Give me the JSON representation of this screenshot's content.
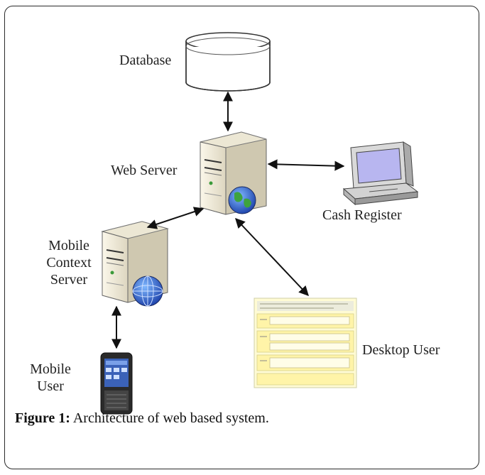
{
  "nodes": {
    "database": "Database",
    "web_server": "Web Server",
    "cash_register": "Cash Register",
    "mobile_context_server": [
      "Mobile",
      "Context",
      "Server"
    ],
    "desktop_user": "Desktop User",
    "mobile_user": [
      "Mobile",
      "User"
    ]
  },
  "caption": {
    "prefix": "Figure 1:",
    "text": " Architecture of web based system."
  },
  "edges": [
    {
      "from": "database",
      "to": "web_server"
    },
    {
      "from": "web_server",
      "to": "cash_register"
    },
    {
      "from": "web_server",
      "to": "mobile_context_server"
    },
    {
      "from": "web_server",
      "to": "desktop_user"
    },
    {
      "from": "mobile_context_server",
      "to": "mobile_user"
    }
  ]
}
